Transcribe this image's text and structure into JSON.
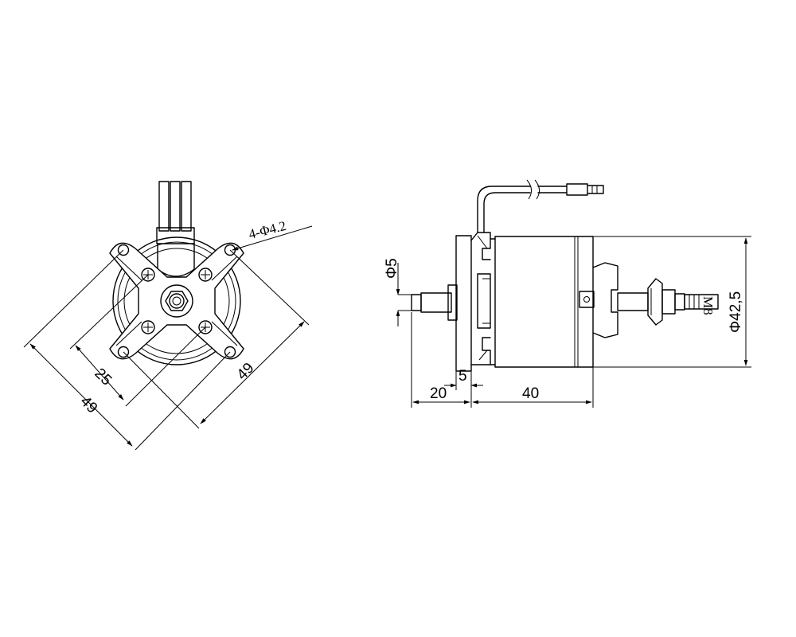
{
  "front_view": {
    "hole_callout": "4-Φ4.2",
    "dim_diag_outer_left": "49",
    "dim_diag_inner_left": "25",
    "dim_diag_right": "49"
  },
  "side_view": {
    "shaft_diameter": "Φ5",
    "body_diameter": "Φ42,5",
    "thread_label": "M8",
    "dim_flange": "5",
    "dim_shaft_length": "20",
    "dim_body_length": "40"
  }
}
